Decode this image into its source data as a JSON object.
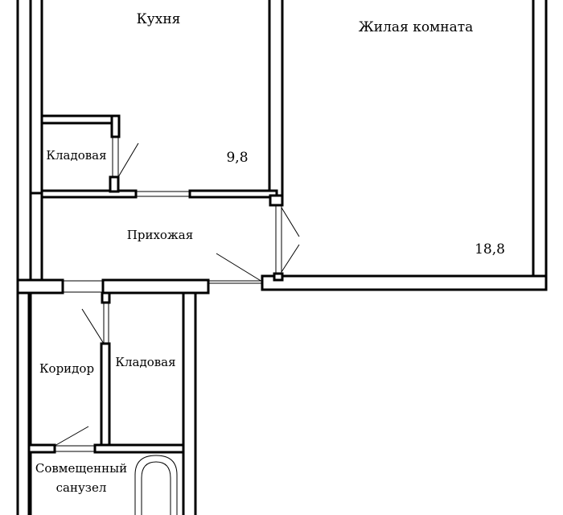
{
  "rooms": {
    "kitchen": {
      "label": "Кухня",
      "area": "9,8"
    },
    "living": {
      "label": "Жилая комната",
      "area": "18,8"
    },
    "hall": {
      "label": "Прихожая"
    },
    "pantry_top": {
      "label": "Кладовая"
    },
    "corridor": {
      "label": "Коридор"
    },
    "pantry_bottom": {
      "label": "Кладовая"
    },
    "bathroom": {
      "label_line1": "Совмещенный",
      "label_line2": "санузел"
    }
  },
  "colors": {
    "wall": "#000000",
    "background": "#ffffff"
  }
}
